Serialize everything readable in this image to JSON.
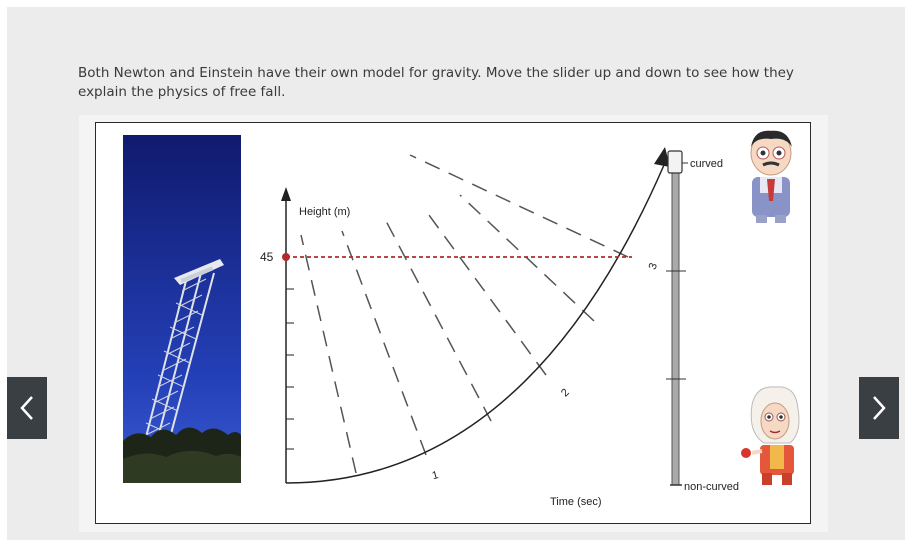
{
  "intro": {
    "text": "Both Newton and Einstein have their own model for gravity. Move the slider up and down to see how they explain the physics of free fall."
  },
  "figure": {
    "y_axis_label": "Height (m)",
    "x_axis_label": "Time (sec)",
    "height_value": "45",
    "curve_marks": [
      "1",
      "2",
      "3"
    ],
    "slider": {
      "top_label": "curved",
      "bottom_label": "non-curved",
      "value": 1.0
    }
  },
  "icons": {
    "prev": "chevron-left-icon",
    "next": "chevron-right-icon"
  },
  "colors": {
    "nav_bg": "#3a3f44",
    "dashed_line": "#b22b2b",
    "sky": "#1c2a8a"
  }
}
